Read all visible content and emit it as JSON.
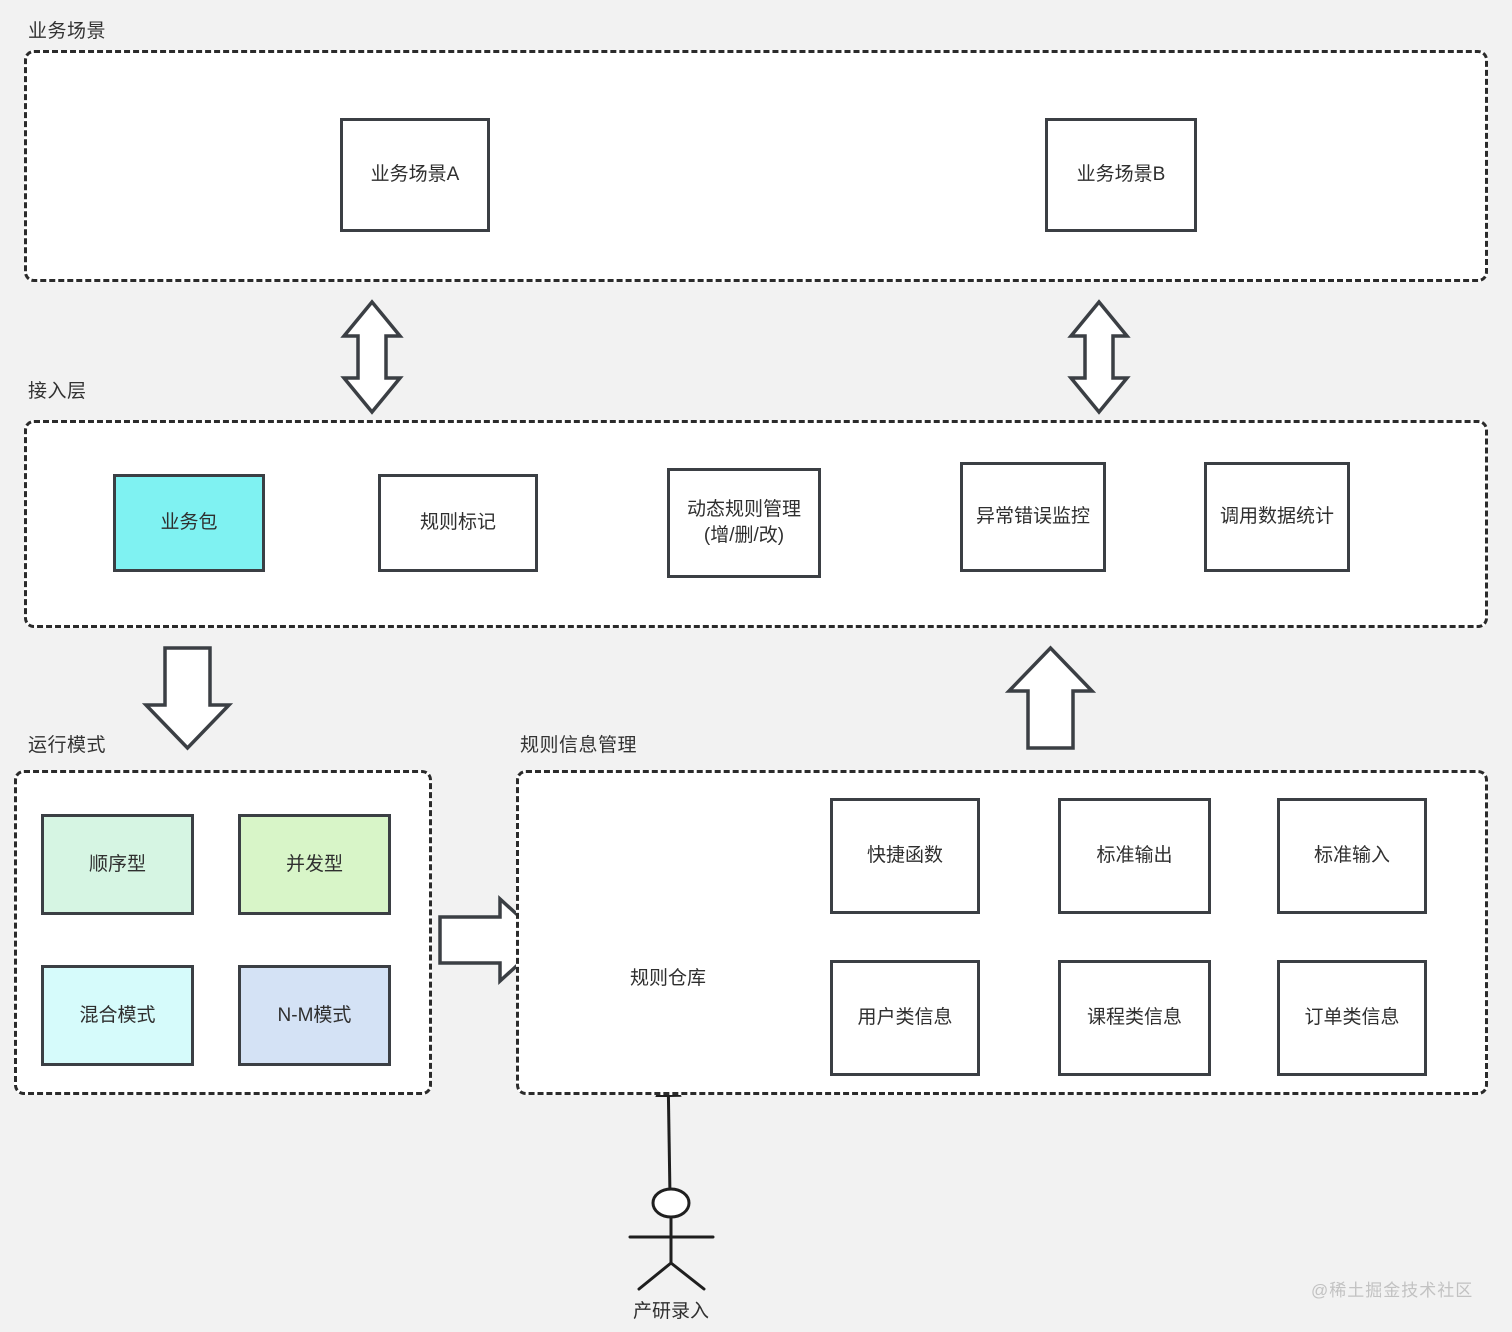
{
  "page": {
    "background": "#f2f2f2",
    "watermark": "@稀土掘金技术社区"
  },
  "sections": [
    {
      "key": "business_scene",
      "label": "业务场景"
    },
    {
      "key": "access_layer",
      "label": "接入层"
    },
    {
      "key": "runtime_mode",
      "label": "运行模式"
    },
    {
      "key": "rule_info_mgmt",
      "label": "规则信息管理"
    }
  ],
  "business_scene": {
    "label": "业务场景",
    "nodes": [
      {
        "label": "业务场景A",
        "color": "#ffffff"
      },
      {
        "label": "业务场景B",
        "color": "#ffffff"
      }
    ]
  },
  "access_layer": {
    "label": "接入层",
    "nodes": [
      {
        "label": "业务包",
        "color": "#7ff2f2"
      },
      {
        "label": "规则标记",
        "color": "#ffffff"
      },
      {
        "label": "动态规则管理\n(增/删/改)",
        "color": "#ffffff"
      },
      {
        "label": "异常错误监控",
        "color": "#ffffff"
      },
      {
        "label": "调用数据统计",
        "color": "#ffffff"
      }
    ]
  },
  "runtime_mode": {
    "label": "运行模式",
    "nodes": [
      {
        "label": "顺序型",
        "color": "#d6f5e3"
      },
      {
        "label": "并发型",
        "color": "#d8f5c8"
      },
      {
        "label": "混合模式",
        "color": "#d6fbfb"
      },
      {
        "label": "N-M模式",
        "color": "#d4e2f5"
      }
    ]
  },
  "rule_info_mgmt": {
    "label": "规则信息管理",
    "repository": {
      "label": "规则仓库",
      "color": "#fbe2c6"
    },
    "top_row": [
      {
        "label": "快捷函数",
        "color": "#ffffff"
      },
      {
        "label": "标准输出",
        "color": "#ffffff"
      },
      {
        "label": "标准输入",
        "color": "#ffffff"
      }
    ],
    "bottom_row": [
      {
        "label": "用户类信息",
        "color": "#ffffff"
      },
      {
        "label": "课程类信息",
        "color": "#ffffff"
      },
      {
        "label": "订单类信息",
        "color": "#ffffff"
      }
    ]
  },
  "actor": {
    "label": "产研录入"
  },
  "connectors": {
    "scene_a_to_access": "double-arrow-vertical",
    "scene_b_to_access": "double-arrow-vertical",
    "access_to_runtime": "block-arrow-down",
    "repo_to_access": "block-arrow-up",
    "runtime_to_repo": "block-arrow-right",
    "package_to_mark": "line-arrow-right",
    "fn_to_repo": "curved-arrow",
    "user_to_repo": "curved-arrow",
    "actor_to_repo": "line-arrow-up"
  },
  "colors": {
    "stroke": "#3b3f44",
    "dashed_stroke": "#2b2b2b",
    "text": "#2f2f2f",
    "canvas": "#f2f2f2",
    "panel": "#ffffff"
  }
}
